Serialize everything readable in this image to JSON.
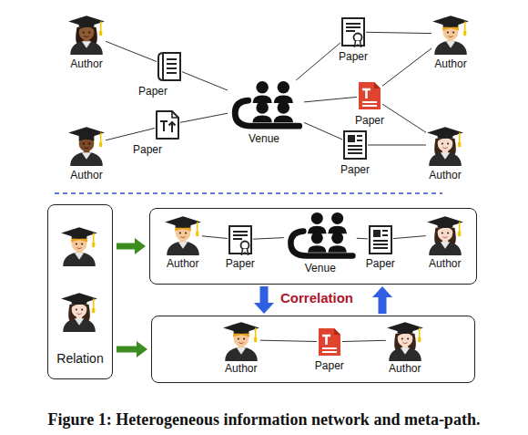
{
  "diagram": {
    "caption": "Figure 1: Heterogeneous information network and meta-path.",
    "nodes": [
      {
        "text": [
          "Author"
        ]
      },
      {
        "text": [
          "Paper"
        ]
      },
      {
        "text": [
          "Venue"
        ]
      },
      {
        "text": [
          "Author"
        ]
      },
      {
        "text": [
          "Paper"
        ]
      },
      {
        "text": [
          "Paper"
        ]
      },
      {
        "text": [
          "Author"
        ]
      },
      {
        "text": [
          "Paper"
        ]
      },
      {
        "text": [
          "Paper"
        ]
      },
      {
        "text": [
          "Author"
        ]
      },
      {
        "text": [
          "Relation"
        ]
      },
      {
        "text": []
      },
      {
        "text": [
          "Author"
        ],
        "in": 11
      },
      {
        "text": [
          "Paper"
        ],
        "in": 11
      },
      {
        "text": [
          "Venue"
        ],
        "in": 11
      },
      {
        "text": [
          "Paper"
        ],
        "in": 11
      },
      {
        "text": [
          "Author"
        ],
        "in": 11
      },
      {
        "text": []
      },
      {
        "text": [
          "Author"
        ],
        "in": 17
      },
      {
        "text": [
          "Paper"
        ],
        "in": 17
      },
      {
        "text": [
          "Author"
        ],
        "in": 17
      }
    ],
    "edges": [
      {
        "from": 0,
        "to": 1,
        "arrow": "none"
      },
      {
        "from": 1,
        "to": 2,
        "arrow": "none"
      },
      {
        "from": 3,
        "to": 4,
        "arrow": "none"
      },
      {
        "from": 4,
        "to": 2,
        "arrow": "none"
      },
      {
        "from": 2,
        "to": 5,
        "arrow": "none"
      },
      {
        "from": 5,
        "to": 6,
        "arrow": "none"
      },
      {
        "from": 2,
        "to": 7,
        "arrow": "none"
      },
      {
        "from": 7,
        "to": 6,
        "arrow": "none"
      },
      {
        "from": 7,
        "to": 9,
        "arrow": "none"
      },
      {
        "from": 2,
        "to": 8,
        "arrow": "none"
      },
      {
        "from": 8,
        "to": 9,
        "arrow": "none"
      },
      {
        "from": 10,
        "to": 11,
        "arrow": "to"
      },
      {
        "from": 10,
        "to": 17,
        "arrow": "to"
      },
      {
        "from": 12,
        "to": 13,
        "arrow": "none"
      },
      {
        "from": 13,
        "to": 14,
        "arrow": "none"
      },
      {
        "from": 14,
        "to": 15,
        "arrow": "none"
      },
      {
        "from": 15,
        "to": 16,
        "arrow": "none"
      },
      {
        "from": 18,
        "to": 19,
        "arrow": "none"
      },
      {
        "from": 19,
        "to": 20,
        "arrow": "none"
      },
      {
        "from": 11,
        "to": 17,
        "arrow": "to"
      },
      {
        "from": 17,
        "to": 11,
        "arrow": "to"
      }
    ],
    "labels": [
      "Correlation"
    ]
  }
}
